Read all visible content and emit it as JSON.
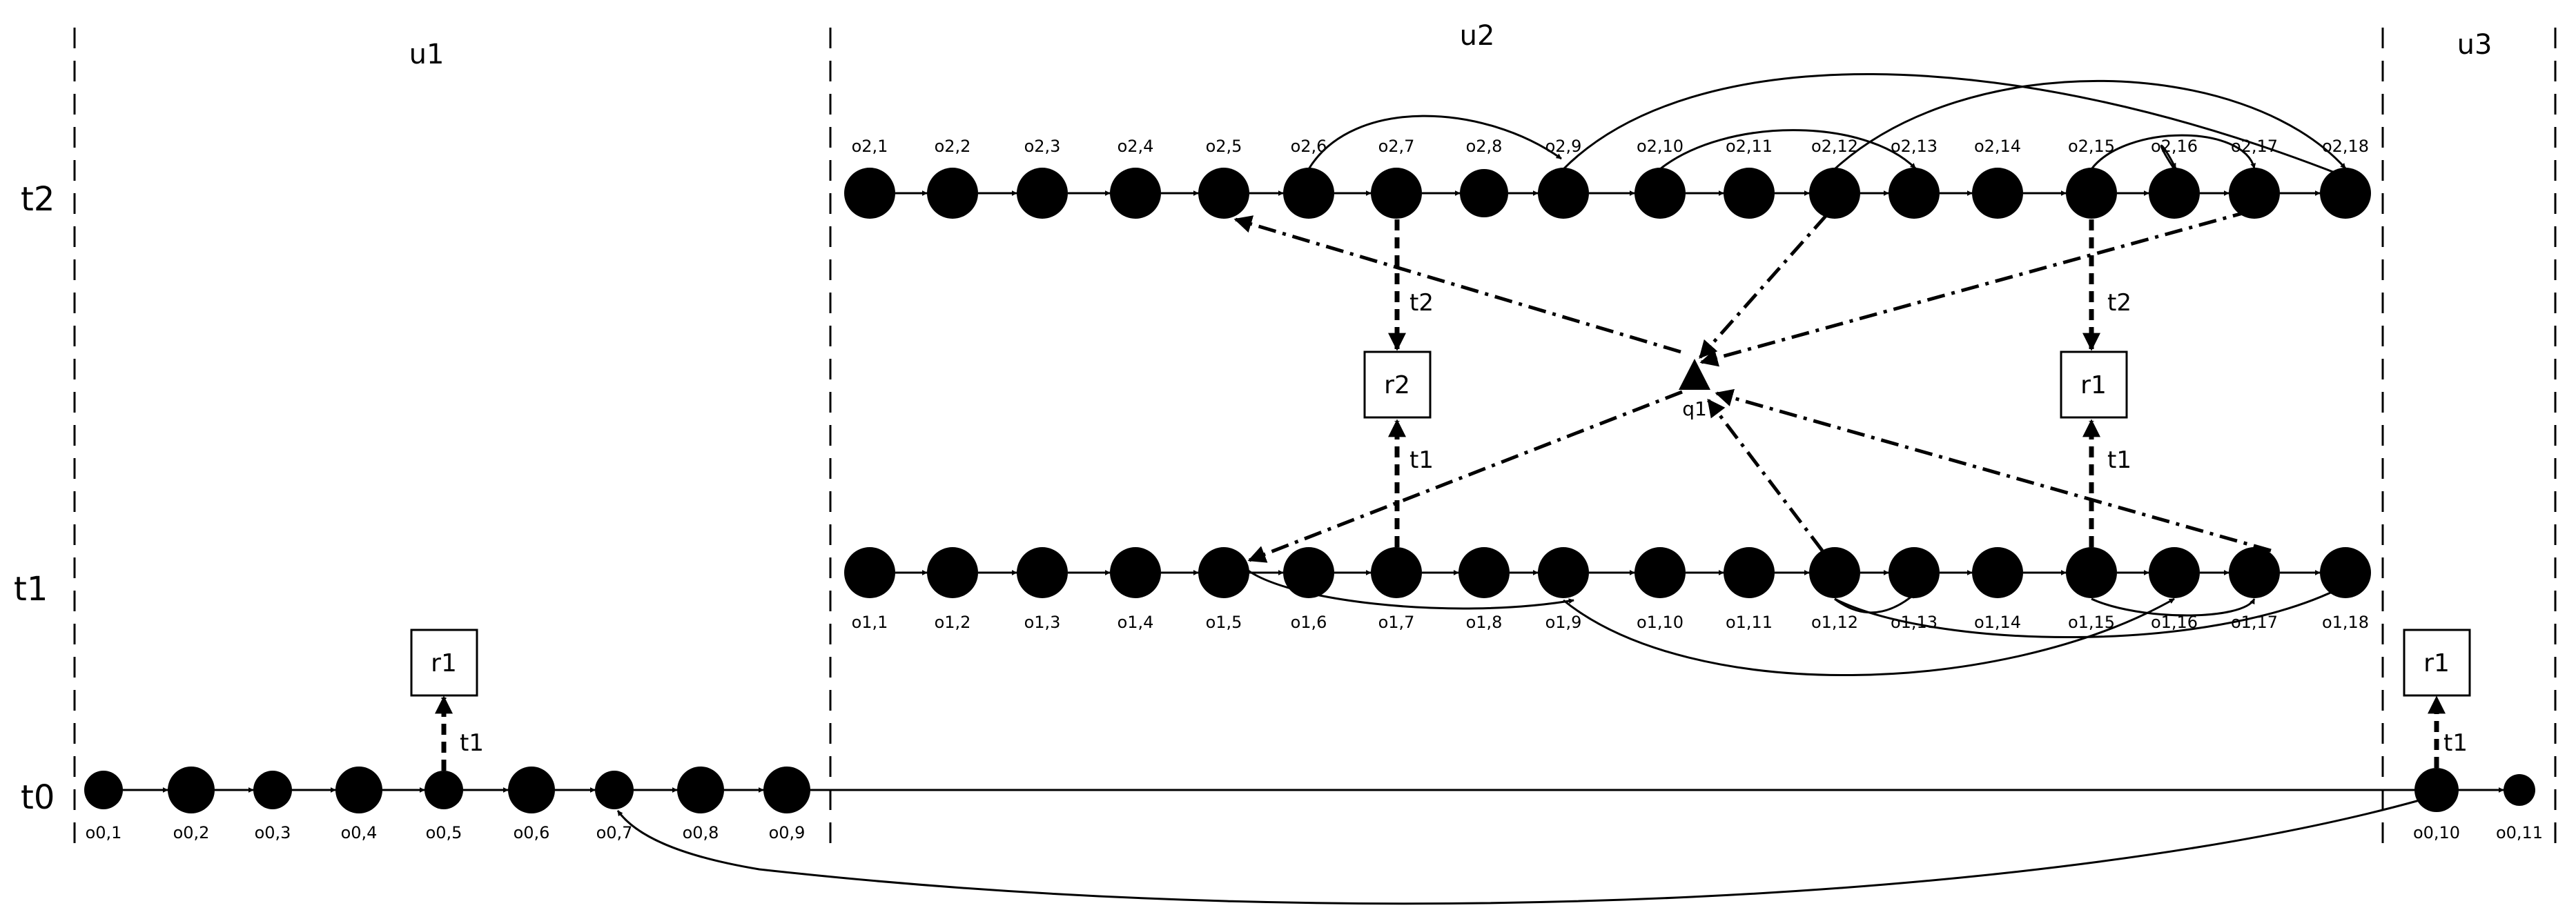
{
  "sections": [
    "u1",
    "u2",
    "u3"
  ],
  "rows": [
    "t2",
    "t1",
    "t0"
  ],
  "nodes": {
    "t2": [
      "o2,1",
      "o2,2",
      "o2,3",
      "o2,4",
      "o2,5",
      "o2,6",
      "o2,7",
      "o2,8",
      "o2,9",
      "o2,10",
      "o2,11",
      "o2,12",
      "o2,13",
      "o2,14",
      "o2,15",
      "o2,16",
      "o2,17",
      "o2,18"
    ],
    "t1": [
      "o1,1",
      "o1,2",
      "o1,3",
      "o1,4",
      "o1,5",
      "o1,6",
      "o1,7",
      "o1,8",
      "o1,9",
      "o1,10",
      "o1,11",
      "o1,12",
      "o1,13",
      "o1,14",
      "o1,15",
      "o1,16",
      "o1,17",
      "o1,18"
    ],
    "t0": [
      "o0,1",
      "o0,2",
      "o0,3",
      "o0,4",
      "o0,5",
      "o0,6",
      "o0,7",
      "o0,8",
      "o0,9",
      "o0,10",
      "o0,11"
    ]
  },
  "query": "q1",
  "boxes": [
    {
      "id": "r1_t0",
      "label": "r1",
      "edge_label": "t1"
    },
    {
      "id": "r2",
      "label": "r2",
      "edge_top_label": "t2",
      "edge_bottom_label": "t1"
    },
    {
      "id": "r1_u2",
      "label": "r1",
      "edge_top_label": "t2",
      "edge_bottom_label": "t1"
    },
    {
      "id": "r1_u3",
      "label": "r1",
      "edge_label": "t1"
    }
  ]
}
